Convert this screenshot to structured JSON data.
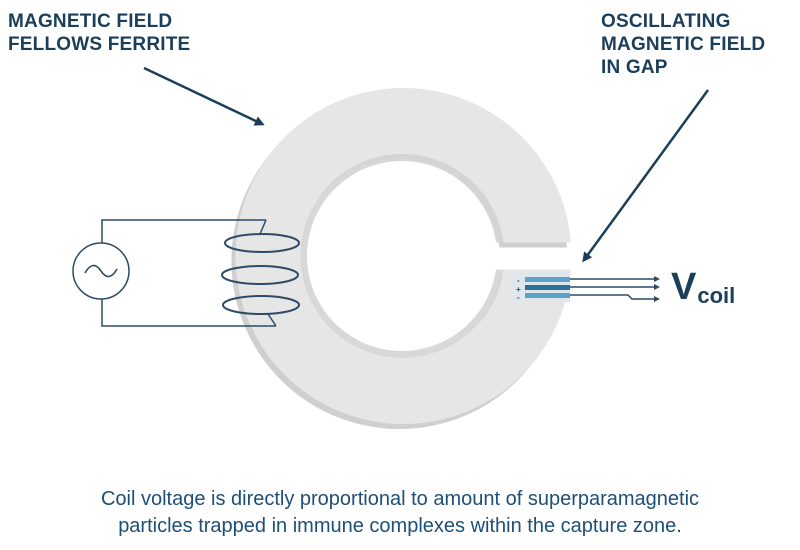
{
  "labels": {
    "left": [
      "MAGNETIC FIELD",
      "FELLOWS FERRITE"
    ],
    "right": [
      "OSCILLATING",
      "MAGNETIC FIELD",
      "IN GAP"
    ]
  },
  "output": {
    "symbol": "V",
    "subscript": "coil"
  },
  "sensor_pins": [
    "-",
    "+",
    "-"
  ],
  "caption": [
    "Coil voltage is directly proportional to amount of superparamagnetic",
    "particles trapped in immune complexes within the capture zone."
  ],
  "colors": {
    "text_dark": "#1b3f5a",
    "caption": "#1e4f78",
    "ferrite_light": "#e6e6e6",
    "ferrite_shadow": "#cfcfcf",
    "wire": "#2d4b66",
    "sensor_stripe": "#5aa2c8"
  },
  "icons": {
    "source": "ac-source-icon"
  }
}
